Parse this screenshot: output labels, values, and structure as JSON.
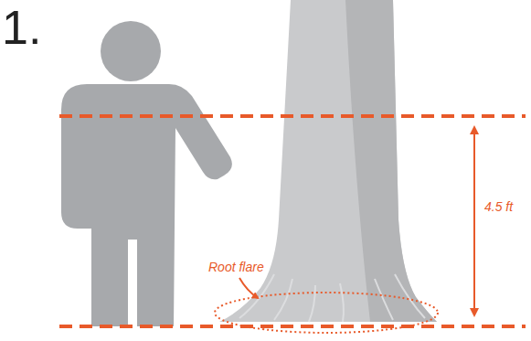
{
  "diagram": {
    "labels": [
      "1.",
      "Root flare",
      "4.5 ft"
    ]
  }
}
